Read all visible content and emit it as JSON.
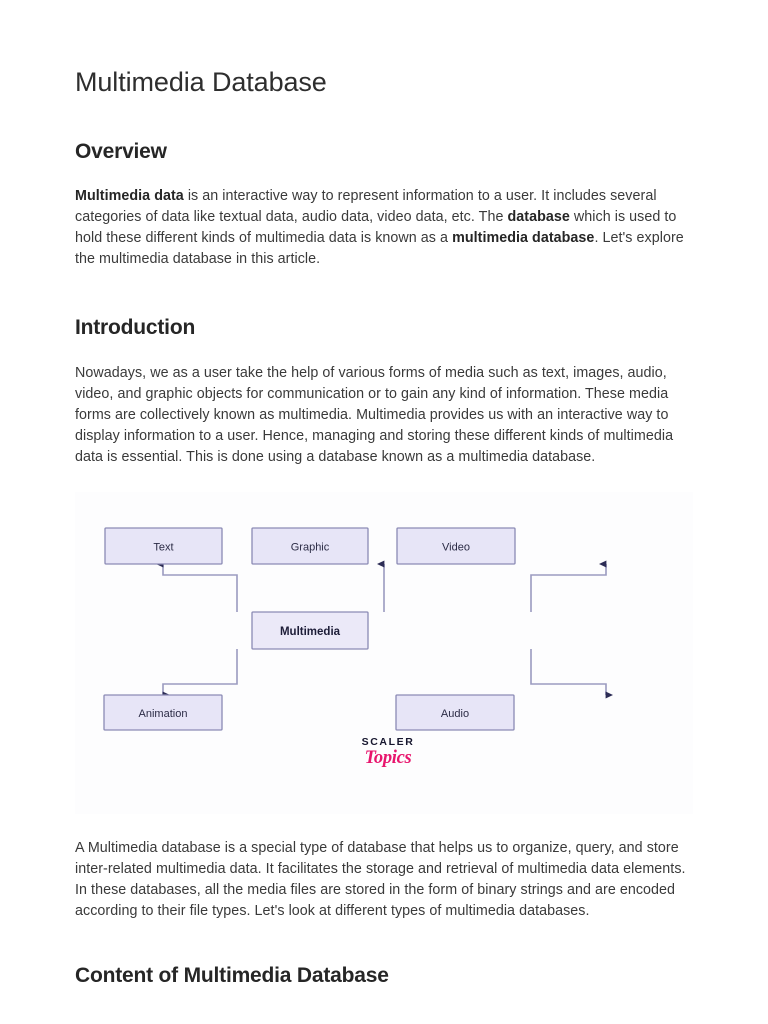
{
  "document": {
    "title": "Multimedia Database"
  },
  "sections": {
    "overview": {
      "heading": "Overview",
      "paragraph": {
        "run1_bold": "Multimedia data",
        "run2": " is an interactive way to represent information to a user. It includes several categories of data like textual data, audio data, video data, etc. The ",
        "run3_bold": "database",
        "run4": " which is used to hold these different kinds of multimedia data is known as a ",
        "run5_bold": "multimedia database",
        "run6": ". Let's explore the multimedia database in this article."
      }
    },
    "introduction": {
      "heading": "Introduction",
      "paragraph": "Nowadays, we as a user take the help of various forms of media such as text, images, audio, video, and graphic objects for communication or to gain any kind of information. These media forms are collectively known as multimedia. Multimedia provides us with an interactive way to display information to a user. Hence, managing and storing these different kinds of multimedia data is essential. This is done using a database known as a multimedia database.",
      "paragraph_after_figure": "A Multimedia database is a special type of database that helps us to organize, query, and store inter-related multimedia data. It facilitates the storage and retrieval of multimedia data elements. In these databases, all the media files are stored in the form of binary strings and are encoded according to their file types. Let's look at different types of multimedia databases."
    },
    "content": {
      "heading": "Content of Multimedia Database"
    }
  },
  "figure": {
    "type": "diagram",
    "center_node": "Multimedia",
    "nodes": [
      {
        "id": "text",
        "label": "Text"
      },
      {
        "id": "graphic",
        "label": "Graphic"
      },
      {
        "id": "video",
        "label": "Video"
      },
      {
        "id": "multimedia",
        "label": "Multimedia"
      },
      {
        "id": "animation",
        "label": "Animation"
      },
      {
        "id": "audio",
        "label": "Audio"
      }
    ],
    "edges": [
      {
        "from": "multimedia",
        "to": "text"
      },
      {
        "from": "multimedia",
        "to": "graphic"
      },
      {
        "from": "multimedia",
        "to": "video"
      },
      {
        "from": "multimedia",
        "to": "animation"
      },
      {
        "from": "multimedia",
        "to": "audio"
      }
    ],
    "colors": {
      "node_fill": "#e7e5f7",
      "node_stroke": "#8b8bb5",
      "center_fill": "#ebe9f8",
      "connector": "#9b9bc0",
      "arrowhead": "#2c2c55",
      "background": "#fdfdfe"
    },
    "watermark": {
      "brand": "SCALER",
      "sub": "Topics",
      "brand_color": "#16162e",
      "sub_color": "#e8156d"
    }
  }
}
